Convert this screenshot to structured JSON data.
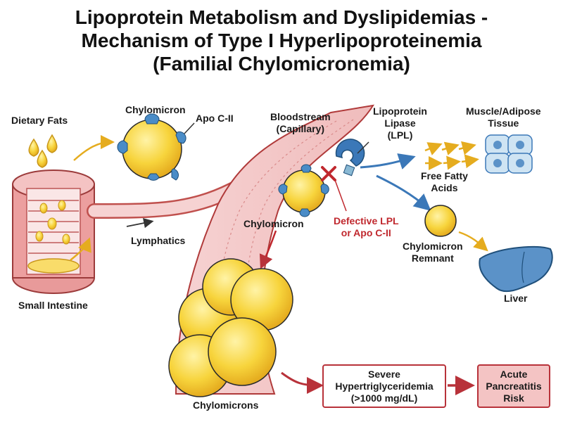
{
  "title": {
    "line1": "Lipoprotein Metabolism and Dyslipidemias -",
    "line2": "Mechanism of Type I Hyperlipoproteinemia",
    "line3": "(Familial Chylomicronemia)"
  },
  "labels": {
    "dietary_fats": "Dietary Fats",
    "chylomicron_top": "Chylomicron",
    "apo_c2": "Apo C-II",
    "bloodstream_line1": "Bloodstream",
    "bloodstream_line2": "(Capillary)",
    "lpl_line1": "Lipoprotein",
    "lpl_line2": "Lipase",
    "lpl_line3": "(LPL)",
    "muscle_line1": "Muscle/Adipose",
    "muscle_line2": "Tissue",
    "ffa_line1": "Free Fatty",
    "ffa_line2": "Acids",
    "defect_line1": "Defective LPL",
    "defect_line2": "or Apo C-II",
    "chylomicron_mid": "Chylomicron",
    "lymphatics": "Lymphatics",
    "remnant_line1": "Chylomicron",
    "remnant_line2": "Remnant",
    "small_intestine": "Small Intestine",
    "liver": "Liver",
    "chylomicrons": "Chylomicrons"
  },
  "boxes": {
    "severe_line1": "Severe",
    "severe_line2": "Hypertriglyceridemia",
    "severe_line3": "(>1000 mg/dL)",
    "risk_line1": "Acute",
    "risk_line2": "Pancreatitis",
    "risk_line3": "Risk"
  },
  "colors": {
    "fat_yellow": "#f7d43c",
    "apo_blue": "#4a8cc7",
    "vessel_pink": "#f2c4c4",
    "vessel_red": "#c0504d",
    "defect_red": "#c0282e",
    "liver_blue": "#5b92c8",
    "arrow_blue": "#3b78b8"
  }
}
